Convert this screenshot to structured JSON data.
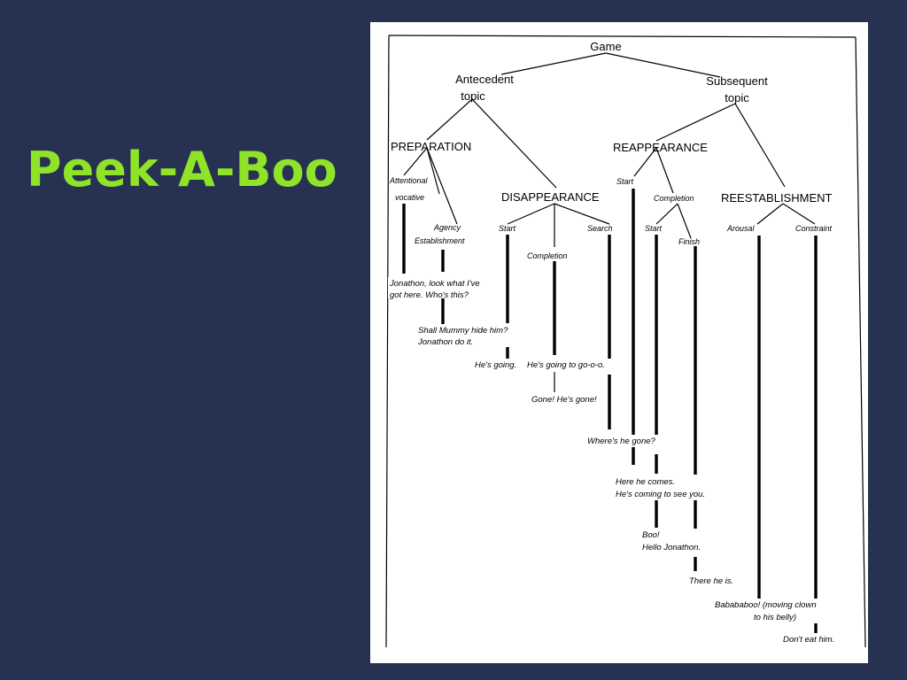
{
  "slide": {
    "title": "Peek-A-Boo",
    "accent_color": "#8fe42a",
    "background_color": "#273152"
  },
  "diagram": {
    "root": "Game",
    "antecedent_1": "Antecedent",
    "antecedent_2": "topic",
    "subsequent_1": "Subsequent",
    "subsequent_2": "topic",
    "preparation": "PREPARATION",
    "reappearance": "REAPPEARANCE",
    "disappearance": "DISAPPEARANCE",
    "reestablishment": "REESTABLISHMENT",
    "attentional_1": "Attentional",
    "attentional_2": "vocative",
    "agency_1": "Agency",
    "agency_2": "Establishment",
    "dis_start": "Start",
    "dis_completion": "Completion",
    "dis_search": "Search",
    "reap_start": "Start",
    "reap_completion": "Completion",
    "comp_start": "Start",
    "comp_finish": "Finish",
    "arousal": "Arousal",
    "constraint": "Constraint",
    "utt_1a": "Jonathon, look what I've",
    "utt_1b": "got here.  Who's this?",
    "utt_2a": "Shall Mummy hide him?",
    "utt_2b": "Jonathon do it.",
    "utt_3a": "He's going.",
    "utt_3b": "He's going to go-o-o.",
    "utt_4": "Gone!  He's gone!",
    "utt_5": "Where's he gone?",
    "utt_6a": "Here he comes.",
    "utt_6b": "He's coming to see you.",
    "utt_7a": "Boo!",
    "utt_7b": "Hello  Jonathon.",
    "utt_8": "There he is.",
    "utt_9a": "Babababoo!  (moving clown",
    "utt_9b": "to  his  belly)",
    "utt_10": "Don't eat him."
  }
}
